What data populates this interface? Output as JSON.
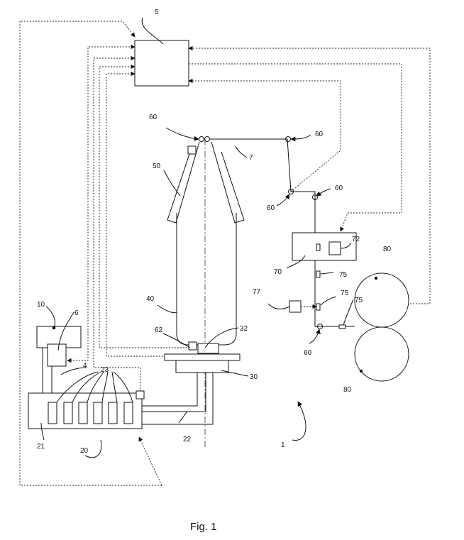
{
  "labels": {
    "n1": "1",
    "n4": "4",
    "n5": "5",
    "n6": "6",
    "n7": "7",
    "n10": "10",
    "n20": "20",
    "n21": "21",
    "n22": "22",
    "n23": "23",
    "n30": "30",
    "n32": "32",
    "n40": "40",
    "n50": "50",
    "n60a": "60",
    "n60b": "60",
    "n60c": "60",
    "n60d": "60",
    "n60e": "60",
    "n62": "62",
    "n70": "70",
    "n72": "72",
    "n75a": "75",
    "n75b": "75",
    "n75c": "75",
    "n77": "77",
    "n80a": "80",
    "n80b": "80"
  },
  "caption": "Fig. 1"
}
